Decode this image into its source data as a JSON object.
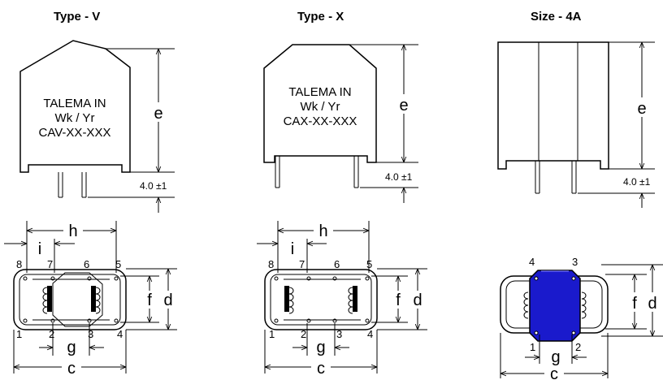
{
  "diagram": {
    "colors": {
      "ink": "#000000",
      "cover": "#1a1acc"
    },
    "type_v": {
      "title": "Type - V",
      "marking": [
        "TALEMA IN",
        "Wk / Yr",
        "CAV-XX-XXX"
      ],
      "dim_e": "e",
      "lead": "4.0 ±1",
      "dim_h": "h",
      "dim_i": "i",
      "dim_f": "f",
      "dim_d": "d",
      "dim_g": "g",
      "dim_c": "c",
      "pins": [
        "1",
        "2",
        "3",
        "4",
        "5",
        "6",
        "7",
        "8"
      ]
    },
    "type_x": {
      "title": "Type - X",
      "marking": [
        "TALEMA IN",
        "Wk / Yr",
        "CAX-XX-XXX"
      ],
      "dim_e": "e",
      "lead": "4.0 ±1",
      "dim_h": "h",
      "dim_i": "i",
      "dim_f": "f",
      "dim_d": "d",
      "dim_g": "g",
      "dim_c": "c",
      "pins": [
        "1",
        "2",
        "3",
        "4",
        "5",
        "6",
        "7",
        "8"
      ]
    },
    "size_4a": {
      "title": "Size - 4A",
      "dim_e": "e",
      "lead": "4.0 ±1",
      "dim_f": "f",
      "dim_d": "d",
      "dim_g": "g",
      "dim_c": "c",
      "pins": [
        "1",
        "2",
        "3",
        "4"
      ]
    }
  }
}
